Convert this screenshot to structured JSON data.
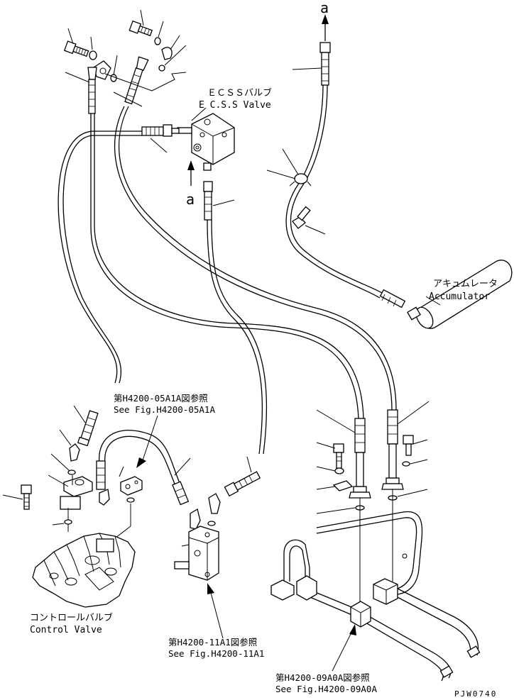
{
  "labels": {
    "ecss_jp": "ＥＣＳＳバルブ",
    "ecss_en": "E C.S.S Valve",
    "accum_jp": "アキュムレータ",
    "accum_en": "Accumulator",
    "ref1_jp": "第H4200-05A1A図参照",
    "ref1_en": "See Fig.H4200-05A1A",
    "ctrl_jp": "コントロールバルブ",
    "ctrl_en": "Control Valve",
    "ref2_jp": "第H4200-11A1図参照",
    "ref2_en": "See Fig.H4200-11A1",
    "ref3_jp": "第H4200-09A0A図参照",
    "ref3_en": "See Fig.H4200-09A0A",
    "marker_top": "a",
    "marker_mid": "a",
    "drawing_no": "PJW0740"
  }
}
